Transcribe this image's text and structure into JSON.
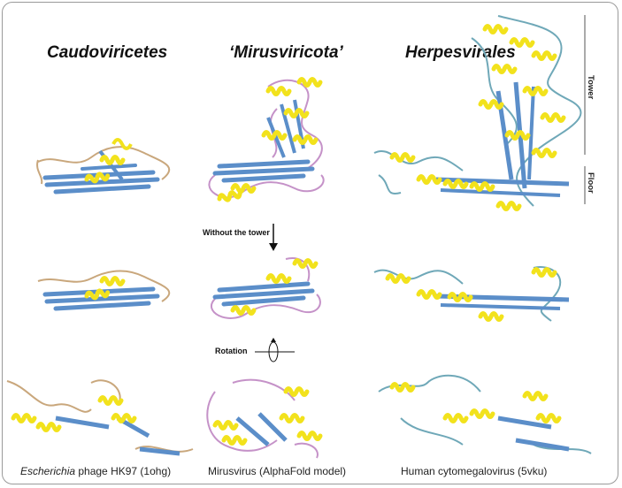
{
  "columns": [
    {
      "title": "Caudoviricetes",
      "caption_italic": "Escherichia",
      "caption_rest": " phage HK97 (1ohg)"
    },
    {
      "title": "‘Mirusviricota’",
      "caption_italic": "",
      "caption_rest": "Mirusvirus (AlphaFold model)"
    },
    {
      "title": "Herpesvirales",
      "caption_italic": "",
      "caption_rest": "Human cytomegalovirus (5vku)"
    }
  ],
  "annotations": {
    "without_tower": "Without the tower",
    "rotation": "Rotation"
  },
  "side_labels": {
    "tower": "Tower",
    "floor": "Floor"
  },
  "colors": {
    "helix": "#f2e21c",
    "strand": "#5b8ec9",
    "coil_caudo": "#c9a77c",
    "coil_mirus": "#c592c8",
    "coil_herpes": "#6fa8b8",
    "frame": "#9a9a9a"
  }
}
